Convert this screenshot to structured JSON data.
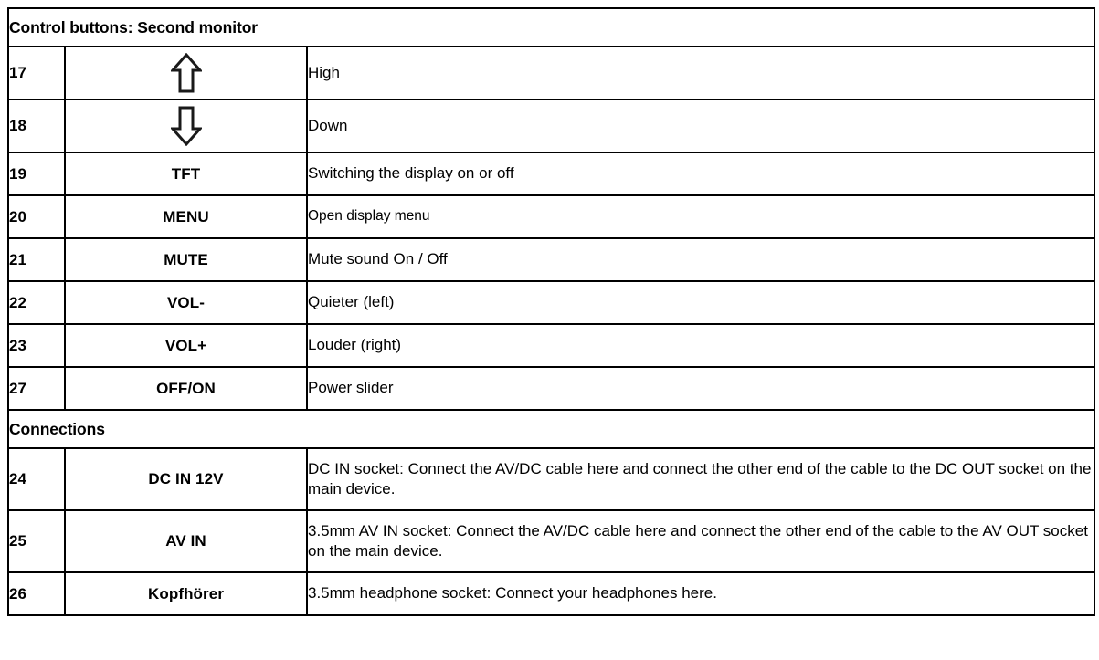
{
  "table": {
    "sections": [
      {
        "title": "Control buttons: Second monitor",
        "rows": [
          {
            "no": "17",
            "button": "",
            "icon": "arrow-up-icon",
            "desc": "High"
          },
          {
            "no": "18",
            "button": "",
            "icon": "arrow-down-icon",
            "desc": "Down"
          },
          {
            "no": "19",
            "button": "TFT",
            "icon": "",
            "desc": "Switching the display on or off"
          },
          {
            "no": "20",
            "button": "MENU",
            "icon": "",
            "desc": "Open display menu"
          },
          {
            "no": "21",
            "button": "MUTE",
            "icon": "",
            "desc": "Mute sound On / Off"
          },
          {
            "no": "22",
            "button": "VOL-",
            "icon": "",
            "desc": "Quieter (left)"
          },
          {
            "no": "23",
            "button": "VOL+",
            "icon": "",
            "desc": "Louder (right)"
          },
          {
            "no": "27",
            "button": "OFF/ON",
            "icon": "",
            "desc": "Power slider"
          }
        ]
      },
      {
        "title": "Connections",
        "rows": [
          {
            "no": "24",
            "button": "DC IN 12V",
            "icon": "",
            "desc": "DC IN socket: Connect the AV/DC cable here and connect the other end of the cable to the DC OUT socket on the main device."
          },
          {
            "no": "25",
            "button": "AV IN",
            "icon": "",
            "desc": "3.5mm AV IN socket: Connect the AV/DC cable here and connect the other end of the cable to the AV OUT socket on the main device."
          },
          {
            "no": "26",
            "button": "Kopfhörer",
            "icon": "",
            "desc": "3.5mm headphone socket: Connect your headphones here."
          }
        ]
      }
    ]
  },
  "colors": {
    "border": "#000000",
    "text": "#000000",
    "background": "#ffffff"
  }
}
